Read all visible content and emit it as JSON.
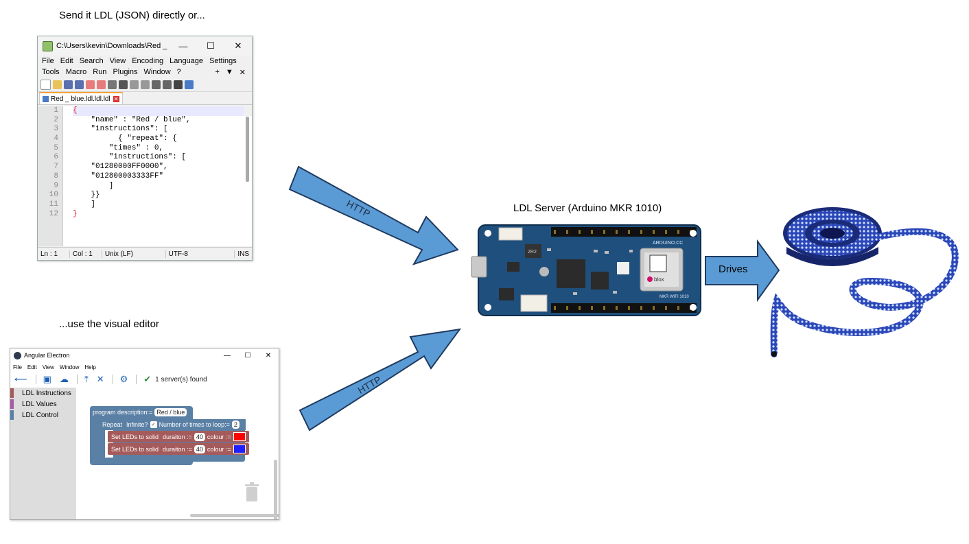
{
  "captions": {
    "send_json": "Send it LDL (JSON) directly or...",
    "visual_editor": "...use the visual editor",
    "server": "LDL Server (Arduino MKR 1010)"
  },
  "arrows": {
    "top_label": "HTTP",
    "bottom_label": "HTTP",
    "drives_label": "Drives",
    "color": "#5b9bd5"
  },
  "notepad": {
    "title": "C:\\Users\\kevin\\Downloads\\Red _ b...",
    "menu_row1": [
      "File",
      "Edit",
      "Search",
      "View",
      "Encoding",
      "Language",
      "Settings"
    ],
    "menu_row2": [
      "Tools",
      "Macro",
      "Run",
      "Plugins",
      "Window",
      "?"
    ],
    "menu_row2_right": [
      "+",
      "▼",
      "✕"
    ],
    "tab_label": "Red _ blue.ldl.ldl.ldl",
    "line_numbers": [
      "1",
      "2",
      "3",
      "4",
      "5",
      "6",
      "7",
      "8",
      "9",
      "10",
      "11",
      "12"
    ],
    "code_lines": [
      "{",
      "    \"name\" : \"Red / blue\",",
      "    \"instructions\": [",
      "          { \"repeat\": {",
      "        \"times\" : 0,",
      "        \"instructions\": [",
      "    \"01280000FF0000\",",
      "    \"012800003333FF\"",
      "        ]",
      "    }}",
      "    ]",
      "}"
    ],
    "status": {
      "ln": "Ln : 1",
      "col": "Col : 1",
      "eol": "Unix (LF)",
      "encoding": "UTF-8",
      "mode": "INS"
    }
  },
  "visual_editor": {
    "title": "Angular Electron",
    "menu": [
      "File",
      "Edit",
      "View",
      "Window",
      "Help"
    ],
    "server_status": "1 server(s) found",
    "categories": [
      {
        "label": "LDL Instructions",
        "color": "#a55b5b"
      },
      {
        "label": "LDL Values",
        "color": "#a55ba5"
      },
      {
        "label": "LDL Control",
        "color": "#5b80a5"
      }
    ],
    "program": {
      "desc_label": "program description:=",
      "desc_value": "Red / blue",
      "repeat_label": "Repeat",
      "infinite_label": "Infinite?",
      "loop_label": "Number of times to loop:=",
      "loop_value": "2",
      "led_blocks": [
        {
          "label": "Set LEDs to solid",
          "duration_label": "duraiton :=",
          "duration": "40",
          "colour_label": "colour :=",
          "colour": "#ff0000"
        },
        {
          "label": "Set LEDs to solid",
          "duration_label": "duraiton :=",
          "duration": "40",
          "colour_label": "colour :=",
          "colour": "#2020ff"
        }
      ]
    }
  },
  "board": {
    "marking": "ARDUINO.CC",
    "model": "MKR WIFI 1010",
    "module": "blox",
    "chip": "2R2"
  }
}
